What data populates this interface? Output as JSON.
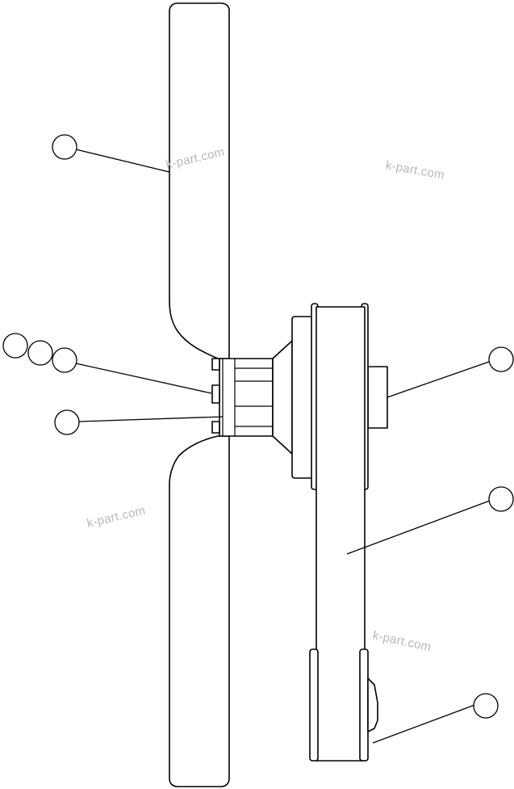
{
  "watermarks": [
    {
      "text": "k-part.com"
    },
    {
      "text": "k-part.com"
    },
    {
      "text": "k-part.com"
    },
    {
      "text": "k-part.com"
    }
  ],
  "callouts": [
    {
      "name": "callout-upper-fan-blade",
      "label": ""
    },
    {
      "name": "callout-bolt-1",
      "label": ""
    },
    {
      "name": "callout-bolt-2",
      "label": ""
    },
    {
      "name": "callout-bolt-3",
      "label": ""
    },
    {
      "name": "callout-spacer",
      "label": ""
    },
    {
      "name": "callout-pulley-hub",
      "label": ""
    },
    {
      "name": "callout-fan-belt",
      "label": ""
    },
    {
      "name": "callout-drive-pulley",
      "label": ""
    }
  ],
  "colors": {
    "line": "#000000",
    "background": "#ffffff",
    "watermark": "#b8b8b8"
  }
}
